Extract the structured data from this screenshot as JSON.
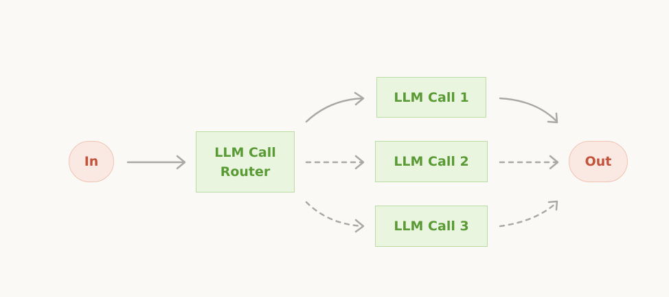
{
  "nodes": {
    "input": "In",
    "router": "LLM Call\nRouter",
    "call_1": "LLM Call 1",
    "call_2": "LLM Call 2",
    "call_3": "LLM Call 3",
    "output": "Out"
  },
  "edges": [
    {
      "from": "input",
      "to": "router",
      "style": "solid"
    },
    {
      "from": "router",
      "to": "call_1",
      "style": "solid"
    },
    {
      "from": "router",
      "to": "call_2",
      "style": "dashed"
    },
    {
      "from": "router",
      "to": "call_3",
      "style": "dashed"
    },
    {
      "from": "call_1",
      "to": "output",
      "style": "solid"
    },
    {
      "from": "call_2",
      "to": "output",
      "style": "dashed"
    },
    {
      "from": "call_3",
      "to": "output",
      "style": "dashed"
    }
  ],
  "colors": {
    "background": "#faf9f6",
    "io_fill": "#fae9e3",
    "io_border": "#f0c2b1",
    "io_text": "#c2533a",
    "llm_fill": "#e9f5df",
    "llm_border": "#b9dca2",
    "llm_text": "#5a9a35",
    "arrow": "#a8a8a4"
  }
}
